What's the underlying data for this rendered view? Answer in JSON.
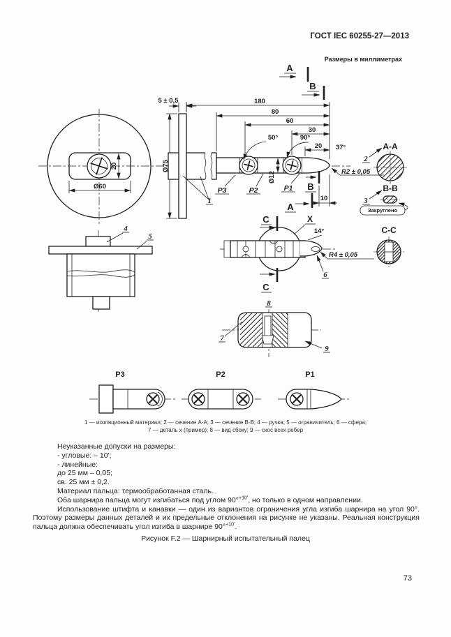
{
  "header": {
    "standard": "ГОСТ IEC 60255-27—2013",
    "units_note": "Размеры в миллиметрах"
  },
  "drawing": {
    "dims": {
      "d5": "5 ± 0,5",
      "d180": "180",
      "d80": "80",
      "d60": "60",
      "d30": "30",
      "d20": "20",
      "d10": "10",
      "a50": "50°",
      "a90": "90°",
      "a37": "37°",
      "a14": "14°",
      "r2": "R2 ± 0,05",
      "r4": "R4 ± 0,05",
      "dia75": "Ø75",
      "dia60": "Ø60",
      "s20": "20",
      "dia12": "Ø12"
    },
    "sections": {
      "a": "A",
      "b": "B",
      "c": "C",
      "aa": "A-A",
      "bb": "B-B",
      "cc": "C-C",
      "x": "X",
      "rounded": "Закруглено"
    },
    "items": {
      "i1": "1",
      "i2": "2",
      "i3": "3",
      "i4": "4",
      "i5": "5",
      "i6": "6",
      "i7": "7",
      "i8": "8",
      "i9": "9"
    },
    "parts": {
      "p1": "P1",
      "p2": "P2",
      "p3": "P3"
    }
  },
  "legend": {
    "line1": "1 — изоляционный материал; 2 — сечение А-А; 3 — сечение В-В; 4 — ручка; 5 — ограничитель; 6 — сфера;",
    "line2": "7 — деталь х (пример); 8 — вид сбоку; 9 — скос всех ребер"
  },
  "notes": {
    "l1": "Неуказанные допуски на размеры:",
    "l2": "- угловые: – 10';",
    "l3": "- линейные:",
    "l4": "до 25 мм – 0,05;",
    "l5": "св. 25 мм ± 0,2.",
    "l6": "Материал пальца: термообработанная сталь.",
    "l7a": "Оба шарнира пальца могут изгибаться под углом 90°",
    "l7sup": "+10'",
    "l7b": ", но только в одном направлении.",
    "p2a": "Использование штифта и канавки — один из вариантов ограничения угла изгиба шарнира на угол 90°. Поэтому размеры данных деталей и их предельные отклонения на рисунке не указаны. Реальная конструкция пальца должна обеспечивать угол изгиба в шарнире 90°",
    "p2sup": "+10'",
    "p2b": "."
  },
  "caption": "Рисунок F.2 — Шарнирный испытательный палец",
  "page_number": "73"
}
